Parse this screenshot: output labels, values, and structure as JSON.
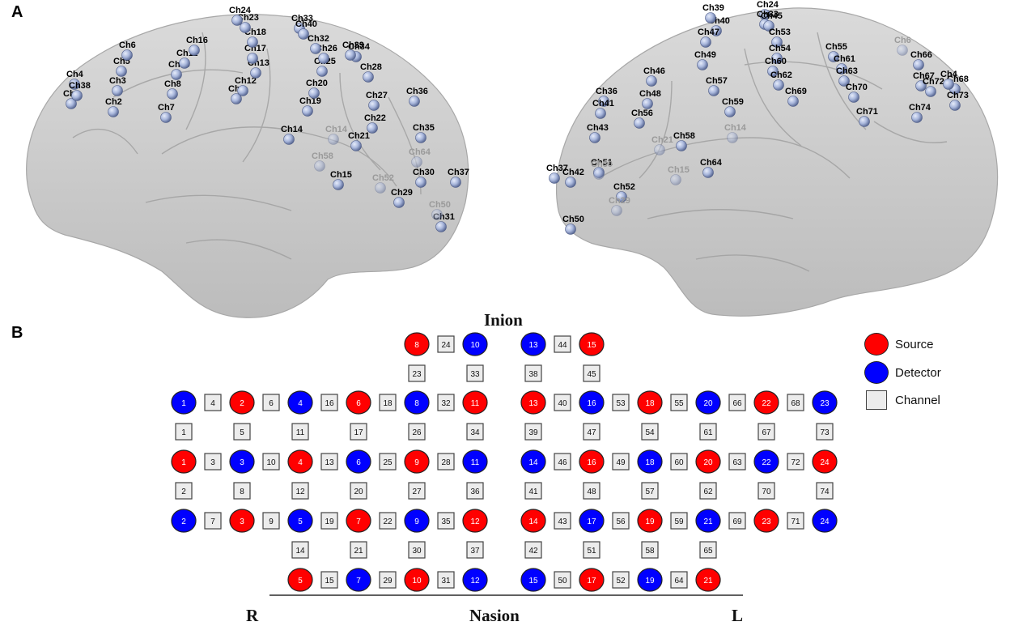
{
  "panels": {
    "a_label": "A",
    "b_label": "B"
  },
  "montage": {
    "top_label": "Inion",
    "bottom_label": "Nasion",
    "right_label": "R",
    "left_label": "L",
    "rows": [
      {
        "kind": "optode",
        "items": [
          null,
          null,
          null,
          null,
          null,
          null,
          null,
          null,
          [
            "S",
            "8"
          ],
          [
            "C",
            "24"
          ],
          [
            "D",
            "10"
          ],
          null,
          null,
          [
            "D",
            "13"
          ],
          [
            "C",
            "44"
          ],
          [
            "S",
            "15"
          ],
          null,
          null,
          null,
          null,
          null,
          null,
          null,
          null,
          null
        ]
      },
      {
        "kind": "channel",
        "items": [
          null,
          null,
          null,
          null,
          null,
          null,
          null,
          null,
          [
            "C",
            "23"
          ],
          null,
          [
            "C",
            "33"
          ],
          null,
          null,
          [
            "C",
            "38"
          ],
          null,
          [
            "C",
            "45"
          ],
          null,
          null,
          null,
          null,
          null,
          null,
          null,
          null,
          null
        ]
      },
      {
        "kind": "optode",
        "items": [
          [
            "D",
            "1"
          ],
          [
            "C",
            "4"
          ],
          [
            "S",
            "2"
          ],
          [
            "C",
            "6"
          ],
          [
            "D",
            "4"
          ],
          [
            "C",
            "16"
          ],
          [
            "S",
            "6"
          ],
          [
            "C",
            "18"
          ],
          [
            "D",
            "8"
          ],
          [
            "C",
            "32"
          ],
          [
            "S",
            "11"
          ],
          null,
          null,
          [
            "S",
            "13"
          ],
          [
            "C",
            "40"
          ],
          [
            "D",
            "16"
          ],
          [
            "C",
            "53"
          ],
          [
            "S",
            "18"
          ],
          [
            "C",
            "55"
          ],
          [
            "D",
            "20"
          ],
          [
            "C",
            "66"
          ],
          [
            "S",
            "22"
          ],
          [
            "C",
            "68"
          ],
          [
            "D",
            "23"
          ],
          null
        ]
      },
      {
        "kind": "channel",
        "items": [
          [
            "C",
            "1"
          ],
          null,
          [
            "C",
            "5"
          ],
          null,
          [
            "C",
            "11"
          ],
          null,
          [
            "C",
            "17"
          ],
          null,
          [
            "C",
            "26"
          ],
          null,
          [
            "C",
            "34"
          ],
          null,
          null,
          [
            "C",
            "39"
          ],
          null,
          [
            "C",
            "47"
          ],
          null,
          [
            "C",
            "54"
          ],
          null,
          [
            "C",
            "61"
          ],
          null,
          [
            "C",
            "67"
          ],
          null,
          [
            "C",
            "73"
          ],
          null
        ]
      },
      {
        "kind": "optode",
        "items": [
          [
            "S",
            "1"
          ],
          [
            "C",
            "3"
          ],
          [
            "D",
            "3"
          ],
          [
            "C",
            "10"
          ],
          [
            "S",
            "4"
          ],
          [
            "C",
            "13"
          ],
          [
            "D",
            "6"
          ],
          [
            "C",
            "25"
          ],
          [
            "S",
            "9"
          ],
          [
            "C",
            "28"
          ],
          [
            "D",
            "11"
          ],
          null,
          null,
          [
            "D",
            "14"
          ],
          [
            "C",
            "46"
          ],
          [
            "S",
            "16"
          ],
          [
            "C",
            "49"
          ],
          [
            "D",
            "18"
          ],
          [
            "C",
            "60"
          ],
          [
            "S",
            "20"
          ],
          [
            "C",
            "63"
          ],
          [
            "D",
            "22"
          ],
          [
            "C",
            "72"
          ],
          [
            "S",
            "24"
          ],
          null
        ]
      },
      {
        "kind": "channel",
        "items": [
          [
            "C",
            "2"
          ],
          null,
          [
            "C",
            "8"
          ],
          null,
          [
            "C",
            "12"
          ],
          null,
          [
            "C",
            "20"
          ],
          null,
          [
            "C",
            "27"
          ],
          null,
          [
            "C",
            "36"
          ],
          null,
          null,
          [
            "C",
            "41"
          ],
          null,
          [
            "C",
            "48"
          ],
          null,
          [
            "C",
            "57"
          ],
          null,
          [
            "C",
            "62"
          ],
          null,
          [
            "C",
            "70"
          ],
          null,
          [
            "C",
            "74"
          ],
          null
        ]
      },
      {
        "kind": "optode",
        "items": [
          [
            "D",
            "2"
          ],
          [
            "C",
            "7"
          ],
          [
            "S",
            "3"
          ],
          [
            "C",
            "9"
          ],
          [
            "D",
            "5"
          ],
          [
            "C",
            "19"
          ],
          [
            "S",
            "7"
          ],
          [
            "C",
            "22"
          ],
          [
            "D",
            "9"
          ],
          [
            "C",
            "35"
          ],
          [
            "S",
            "12"
          ],
          null,
          null,
          [
            "S",
            "14"
          ],
          [
            "C",
            "43"
          ],
          [
            "D",
            "17"
          ],
          [
            "C",
            "56"
          ],
          [
            "S",
            "19"
          ],
          [
            "C",
            "59"
          ],
          [
            "D",
            "21"
          ],
          [
            "C",
            "69"
          ],
          [
            "S",
            "23"
          ],
          [
            "C",
            "71"
          ],
          [
            "D",
            "24"
          ],
          null
        ]
      },
      {
        "kind": "channel",
        "items": [
          null,
          null,
          null,
          null,
          [
            "C",
            "14"
          ],
          null,
          [
            "C",
            "21"
          ],
          null,
          [
            "C",
            "30"
          ],
          null,
          [
            "C",
            "37"
          ],
          null,
          null,
          [
            "C",
            "42"
          ],
          null,
          [
            "C",
            "51"
          ],
          null,
          [
            "C",
            "58"
          ],
          null,
          [
            "C",
            "65"
          ],
          null,
          null,
          null,
          null,
          null
        ]
      },
      {
        "kind": "optode",
        "items": [
          null,
          null,
          null,
          null,
          [
            "S",
            "5"
          ],
          [
            "C",
            "15"
          ],
          [
            "D",
            "7"
          ],
          [
            "C",
            "29"
          ],
          [
            "S",
            "10"
          ],
          [
            "C",
            "31"
          ],
          [
            "D",
            "12"
          ],
          null,
          null,
          [
            "D",
            "15"
          ],
          [
            "C",
            "50"
          ],
          [
            "S",
            "17"
          ],
          [
            "C",
            "52"
          ],
          [
            "D",
            "19"
          ],
          [
            "C",
            "64"
          ],
          [
            "S",
            "21"
          ],
          null,
          null,
          null,
          null,
          null
        ]
      }
    ]
  },
  "legend": {
    "source_label": "Source",
    "detector_label": "Detector",
    "channel_label": "Channel"
  },
  "colors": {
    "source": "#ff0000",
    "detector": "#0000ff",
    "channel_fill": "#ececec",
    "brain_fill": "#c9c9c9",
    "electrode": "#aab8dd"
  },
  "brain_right": {
    "channels": [
      {
        "label": "Ch1",
        "faded": false
      },
      {
        "label": "Ch2",
        "faded": false
      },
      {
        "label": "Ch3",
        "faded": false
      },
      {
        "label": "Ch4",
        "faded": false
      },
      {
        "label": "Ch5",
        "faded": false
      },
      {
        "label": "Ch6",
        "faded": false
      },
      {
        "label": "Ch7",
        "faded": false
      },
      {
        "label": "Ch8",
        "faded": false
      },
      {
        "label": "Ch9",
        "faded": false
      },
      {
        "label": "Ch10",
        "faded": false
      },
      {
        "label": "Ch11",
        "faded": false
      },
      {
        "label": "Ch12",
        "faded": false
      },
      {
        "label": "Ch13",
        "faded": false
      },
      {
        "label": "Ch14",
        "faded": false
      },
      {
        "label": "Ch15",
        "faded": false
      },
      {
        "label": "Ch16",
        "faded": false
      },
      {
        "label": "Ch17",
        "faded": false
      },
      {
        "label": "Ch18",
        "faded": false
      },
      {
        "label": "Ch19",
        "faded": false
      },
      {
        "label": "Ch20",
        "faded": false
      },
      {
        "label": "Ch21",
        "faded": false
      },
      {
        "label": "Ch22",
        "faded": false
      },
      {
        "label": "Ch23",
        "faded": false
      },
      {
        "label": "Ch24",
        "faded": false
      },
      {
        "label": "Ch25",
        "faded": false
      },
      {
        "label": "Ch26",
        "faded": false
      },
      {
        "label": "Ch27",
        "faded": false
      },
      {
        "label": "Ch28",
        "faded": false
      },
      {
        "label": "Ch29",
        "faded": false
      },
      {
        "label": "Ch30",
        "faded": false
      },
      {
        "label": "Ch31",
        "faded": false
      },
      {
        "label": "Ch32",
        "faded": false
      },
      {
        "label": "Ch33",
        "faded": false
      },
      {
        "label": "Ch34",
        "faded": false
      },
      {
        "label": "Ch35",
        "faded": false
      },
      {
        "label": "Ch36",
        "faded": false
      },
      {
        "label": "Ch37",
        "faded": false
      },
      {
        "label": "Ch38",
        "faded": false
      },
      {
        "label": "Ch39",
        "faded": false
      },
      {
        "label": "Ch40",
        "faded": false
      },
      {
        "label": "Ch14",
        "faded": true
      },
      {
        "label": "Ch50",
        "faded": true
      },
      {
        "label": "Ch52",
        "faded": true
      },
      {
        "label": "Ch58",
        "faded": true
      },
      {
        "label": "Ch64",
        "faded": true
      }
    ]
  },
  "brain_left": {
    "channels": [
      {
        "label": "Ch24",
        "faded": false
      },
      {
        "label": "Ch33",
        "faded": false
      },
      {
        "label": "Ch45",
        "faded": false
      },
      {
        "label": "Ch40",
        "faded": false
      },
      {
        "label": "Ch53",
        "faded": false
      },
      {
        "label": "Ch47",
        "faded": false
      },
      {
        "label": "Ch54",
        "faded": false
      },
      {
        "label": "Ch60",
        "faded": false
      },
      {
        "label": "Ch49",
        "faded": false
      },
      {
        "label": "Ch39",
        "faded": false
      },
      {
        "label": "Ch46",
        "faded": false
      },
      {
        "label": "Ch55",
        "faded": false
      },
      {
        "label": "Ch61",
        "faded": false
      },
      {
        "label": "Ch63",
        "faded": false
      },
      {
        "label": "Ch66",
        "faded": false
      },
      {
        "label": "Ch67",
        "faded": false
      },
      {
        "label": "Ch72",
        "faded": false
      },
      {
        "label": "Ch68",
        "faded": false
      },
      {
        "label": "Ch4",
        "faded": false
      },
      {
        "label": "Ch73",
        "faded": false
      },
      {
        "label": "Ch74",
        "faded": false
      },
      {
        "label": "Ch70",
        "faded": false
      },
      {
        "label": "Ch71",
        "faded": false
      },
      {
        "label": "Ch62",
        "faded": false
      },
      {
        "label": "Ch69",
        "faded": false
      },
      {
        "label": "Ch57",
        "faded": false
      },
      {
        "label": "Ch59",
        "faded": false
      },
      {
        "label": "Ch48",
        "faded": false
      },
      {
        "label": "Ch56",
        "faded": false
      },
      {
        "label": "Ch58",
        "faded": false
      },
      {
        "label": "Ch36",
        "faded": false
      },
      {
        "label": "Ch41",
        "faded": false
      },
      {
        "label": "Ch43",
        "faded": false
      },
      {
        "label": "Ch51",
        "faded": false
      },
      {
        "label": "Ch52",
        "faded": false
      },
      {
        "label": "Ch64",
        "faded": false
      },
      {
        "label": "Ch37",
        "faded": false
      },
      {
        "label": "Ch42",
        "faded": false
      },
      {
        "label": "Ch50",
        "faded": false
      },
      {
        "label": "Ch6",
        "faded": true
      },
      {
        "label": "Ch14",
        "faded": true
      },
      {
        "label": "Ch15",
        "faded": true
      },
      {
        "label": "Ch29",
        "faded": true
      },
      {
        "label": "Ch21",
        "faded": true
      },
      {
        "label": "Ch30",
        "faded": true
      }
    ]
  }
}
